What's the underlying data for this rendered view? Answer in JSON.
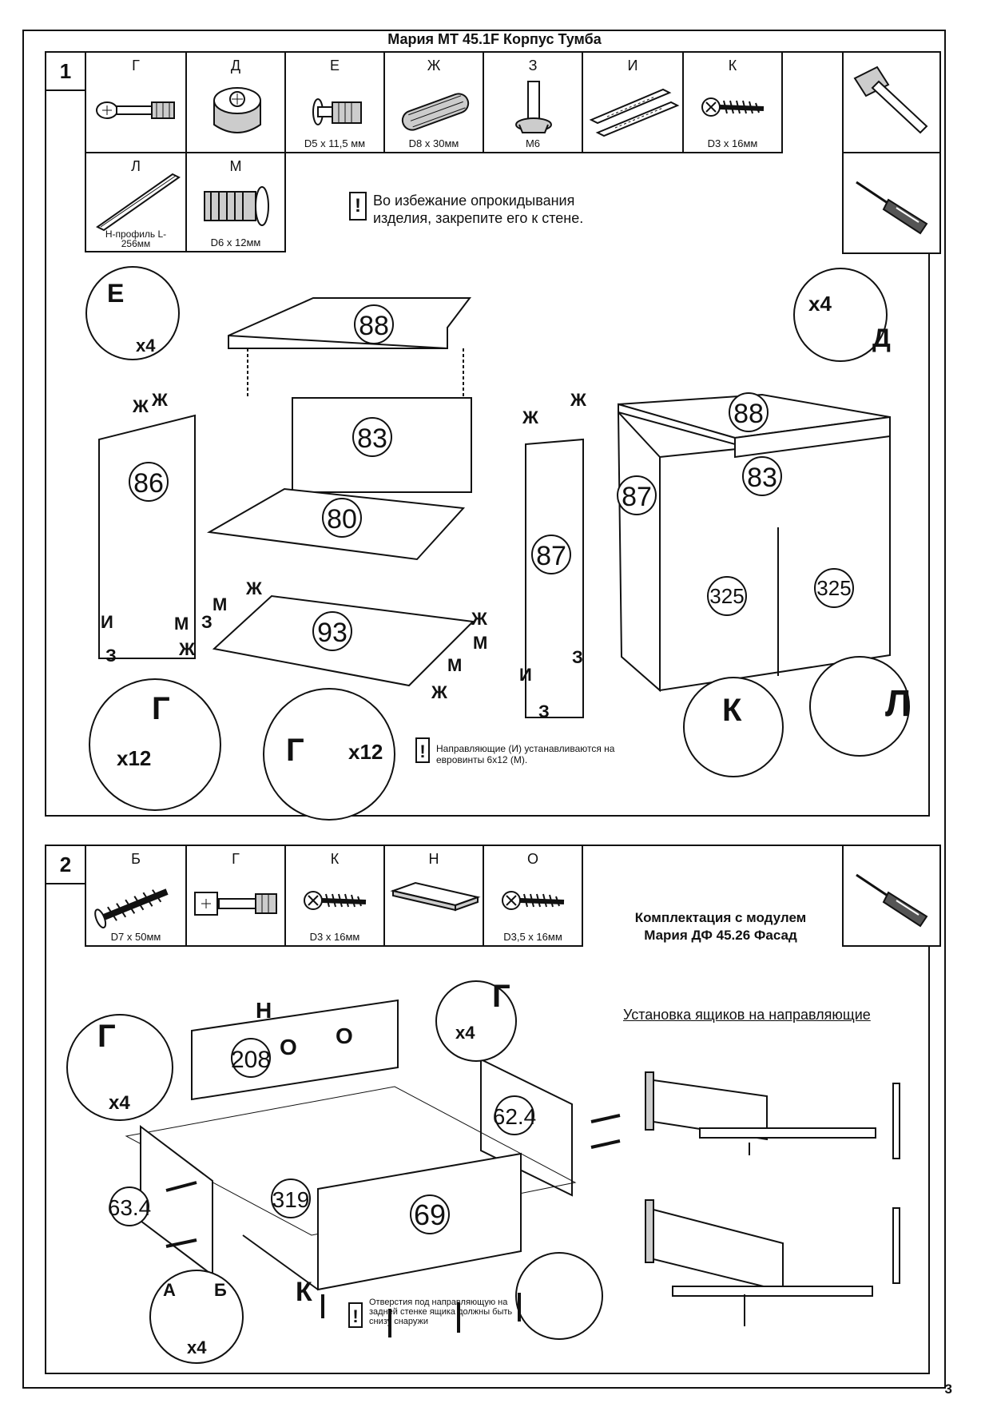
{
  "document": {
    "title": "Мария  MT 45.1F Корпус Тумба",
    "page_number": "3"
  },
  "step1": {
    "number": "1",
    "parts": [
      {
        "letter": "Г",
        "spec": "",
        "icon": "cam-bolt-icon"
      },
      {
        "letter": "Д",
        "spec": "",
        "icon": "cam-lock-icon"
      },
      {
        "letter": "Е",
        "spec": "D5 x 11,5 мм",
        "icon": "euro-screw-icon"
      },
      {
        "letter": "Ж",
        "spec": "D8 x 30мм",
        "icon": "dowel-icon"
      },
      {
        "letter": "З",
        "spec": "М6",
        "icon": "leveling-foot-icon"
      },
      {
        "letter": "И",
        "spec": "",
        "icon": "drawer-slide-icon"
      },
      {
        "letter": "К",
        "spec": "D3 x 16мм",
        "icon": "wood-screw-icon"
      },
      {
        "letter": "Л",
        "spec": "Н-профиль L-256мм",
        "icon": "h-profile-icon"
      },
      {
        "letter": "М",
        "spec": "D6 x 12мм",
        "icon": "euro-screw-large-icon"
      }
    ],
    "tools": [
      "hammer-icon",
      "screwdriver-icon"
    ],
    "warning": "Во избежание опрокидывания изделия, закрепите его к стене.",
    "panels": [
      "88",
      "83",
      "80",
      "86",
      "87",
      "93",
      "325",
      "325",
      "88",
      "83",
      "87"
    ],
    "callouts": {
      "e": {
        "letter": "Е",
        "qty": "x4"
      },
      "d": {
        "letter": "Д",
        "qty": "x4"
      },
      "g1": {
        "letter": "Г",
        "qty": "x12"
      },
      "g2": {
        "letter": "Г",
        "qty": "x12"
      },
      "k": {
        "letter": "К"
      },
      "l": {
        "letter": "Л"
      }
    },
    "labels": {
      "zh": "Ж",
      "m": "М",
      "z": "З",
      "i": "И"
    },
    "rail_note": "Направляющие (И) устанавливаются на евровинты 6х12 (М)."
  },
  "step2": {
    "number": "2",
    "parts": [
      {
        "letter": "Б",
        "spec": "D7 x 50мм",
        "icon": "confirmat-screw-icon"
      },
      {
        "letter": "Г",
        "spec": "",
        "icon": "cam-bolt-icon"
      },
      {
        "letter": "К",
        "spec": "D3 x 16мм",
        "icon": "wood-screw-icon"
      },
      {
        "letter": "Н",
        "spec": "",
        "icon": "handle-icon"
      },
      {
        "letter": "О",
        "spec": "D3,5 x 16мм",
        "icon": "wood-screw-icon"
      }
    ],
    "tools": [
      "screwdriver-icon"
    ],
    "kit_title_line1": "Комплектация с модулем",
    "kit_title_line2": "Мария ДФ 45.26 Фасад",
    "slides_title": "Установка ящиков на направляющие",
    "panels": [
      "208",
      "62.4",
      "63.4",
      "319",
      "69"
    ],
    "callouts": {
      "g1": {
        "letter": "Г",
        "qty": "x4"
      },
      "g2": {
        "letter": "Г",
        "qty": "x4"
      },
      "ab": {
        "a": "А",
        "b": "Б",
        "qty": "x4"
      }
    },
    "labels": {
      "n": "Н",
      "o": "О",
      "k": "К"
    },
    "hole_note": "Отверстия под направляющую на задней стенке ящика должны быть снизу снаружи"
  }
}
